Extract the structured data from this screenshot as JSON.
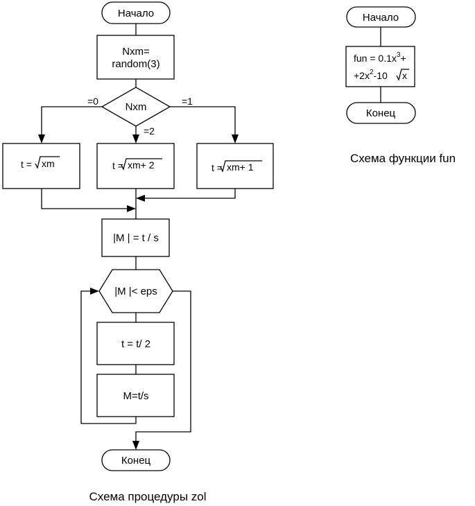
{
  "procedure": {
    "start": "Начало",
    "assign_nxm_line1": "Nxm=",
    "assign_nxm_line2": "random(3)",
    "decision": "Nxm",
    "branch_0": "=0",
    "branch_1": "=1",
    "branch_2": "=2",
    "t_branch0_prefix": "t =",
    "t_branch0_rad": "xm",
    "t_branch2_prefix": "t =",
    "t_branch2_rad": "xm+ 2",
    "t_branch1_prefix": "t =",
    "t_branch1_rad": "xm+ 1",
    "calc_m": "|M | = t / s",
    "loop_cond": "|M |< eps",
    "halve_t": "t = t/ 2",
    "recalc_m": "M=t/s",
    "end": "Конец",
    "caption": "Схема процедуры zol"
  },
  "function_fun": {
    "start": "Начало",
    "formula_line1_a": "fun = 0.1x",
    "formula_line1_exp": "3",
    "formula_line1_b": "+",
    "formula_line2_a": "+2x",
    "formula_line2_exp": "2",
    "formula_line2_b": "-10",
    "formula_line2_rad": "x",
    "end": "Конец",
    "caption": "Схема функции fun"
  }
}
